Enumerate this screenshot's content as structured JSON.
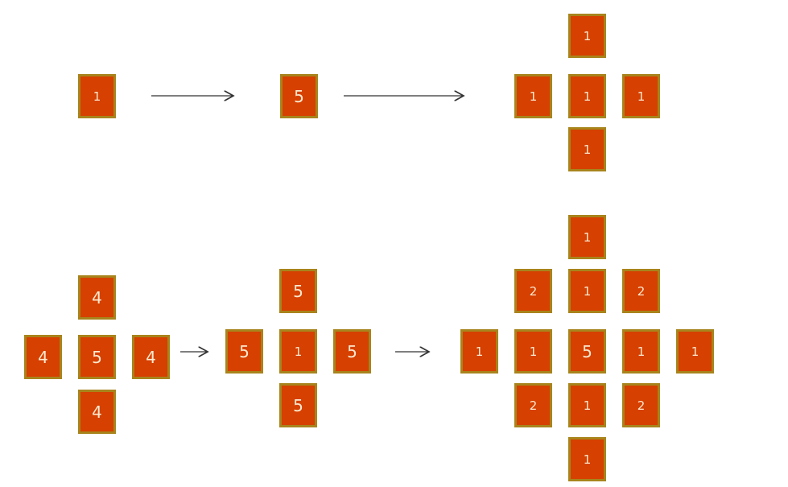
{
  "colors": {
    "tile_fill": "#d64000",
    "tile_border": "#a8841c",
    "tile_text": "#fde9cf",
    "arrow": "#333333"
  },
  "stage1": {
    "start": {
      "value": "1"
    },
    "middle": {
      "value": "5"
    },
    "result": {
      "top": "1",
      "left": "1",
      "center": "1",
      "right": "1",
      "bottom": "1"
    }
  },
  "stage2": {
    "start": {
      "top": "4",
      "left": "4",
      "center": "5",
      "right": "4",
      "bottom": "4"
    },
    "middle": {
      "top": "5",
      "left": "5",
      "center": "1",
      "right": "5",
      "bottom": "5"
    },
    "result": {
      "row1": [
        "1"
      ],
      "row2": [
        "2",
        "1",
        "2"
      ],
      "row3": [
        "1",
        "1",
        "5",
        "1",
        "1"
      ],
      "row4": [
        "2",
        "1",
        "2"
      ],
      "row5": [
        "1"
      ]
    }
  }
}
